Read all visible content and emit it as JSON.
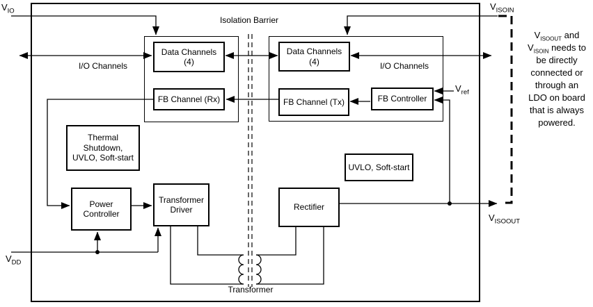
{
  "diagram": {
    "isolation_barrier": "Isolation Barrier",
    "transformer": "Transformer",
    "io_channels_left": "I/O Channels",
    "io_channels_right": "I/O Channels"
  },
  "blocks": {
    "data_channels_left_1": "Data Channels",
    "data_channels_left_2": "(4)",
    "data_channels_right_1": "Data Channels",
    "data_channels_right_2": "(4)",
    "fb_channel_rx": "FB Channel (Rx)",
    "fb_channel_tx": "FB Channel (Tx)",
    "fb_controller": "FB Controller",
    "thermal_1": "Thermal",
    "thermal_2": "Shutdown,",
    "thermal_3": "UVLO, Soft-start",
    "uvlo_soft_start": "UVLO, Soft-start",
    "power_controller_1": "Power",
    "power_controller_2": "Controller",
    "transformer_driver_1": "Transformer",
    "transformer_driver_2": "Driver",
    "rectifier": "Rectifier"
  },
  "pins": {
    "vio": {
      "base": "V",
      "sub": "IO"
    },
    "visoin": {
      "base": "V",
      "sub": "ISOIN"
    },
    "vdd": {
      "base": "V",
      "sub": "DD"
    },
    "visoout": {
      "base": "V",
      "sub": "ISOOUT"
    },
    "vref": {
      "base": "V",
      "sub": "ref"
    }
  },
  "annotation": {
    "l1_base": "V",
    "l1_sub": "ISOOUT",
    "l1_rest": " and",
    "l2_base": "V",
    "l2_sub": "ISOIN",
    "l2_rest": " needs to",
    "lines": [
      "be directly",
      "connected or",
      "through an",
      "LDO on board",
      "that is always",
      "powered."
    ]
  },
  "colors": {
    "line": "#000000",
    "background": "#ffffff"
  }
}
